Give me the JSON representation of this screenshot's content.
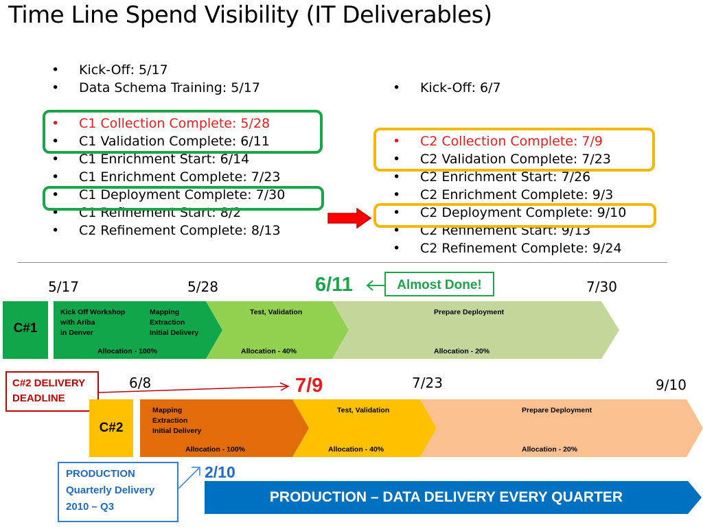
{
  "title": "Time Line Spend Visibility (IT Deliverables)",
  "c1_list": {
    "top": [
      "Kick-Off: 5/17",
      "Data Schema Training: 5/17"
    ],
    "items": [
      {
        "text": "C1 Collection Complete: 5/28",
        "red": true
      },
      {
        "text": "C1 Validation Complete: 6/11",
        "red": false
      },
      {
        "text": "C1 Enrichment Start: 6/14",
        "red": false
      },
      {
        "text": "C1 Enrichment Complete: 7/23",
        "red": false
      },
      {
        "text": "C1 Deployment Complete: 7/30",
        "red": false
      },
      {
        "text": "C1 Refinement Start: 8/2",
        "red": false
      },
      {
        "text": "C2 Refinement Complete: 8/13",
        "red": false
      }
    ]
  },
  "c2_list": {
    "top": [
      "Kick-Off: 6/7"
    ],
    "items": [
      {
        "text": "C2 Collection Complete: 7/9",
        "red": true
      },
      {
        "text": "C2 Validation Complete: 7/23",
        "red": false
      },
      {
        "text": "C2 Enrichment Start: 7/26",
        "red": false
      },
      {
        "text": "C2 Enrichment Complete: 9/3",
        "red": false
      },
      {
        "text": "C2 Deployment Complete: 9/10",
        "red": false
      },
      {
        "text": "C2 Refinement Start: 9/13",
        "red": false
      },
      {
        "text": "C2 Refinement Complete: 9/24",
        "red": false
      }
    ]
  },
  "c1_timeline": {
    "label": "C#1",
    "dates": [
      "5/17",
      "5/28",
      "6/11",
      "7/30"
    ],
    "callout": "Almost Done!",
    "seg1": {
      "col1": [
        "Kick Off Workshop",
        "with Ariba",
        "in Denver"
      ],
      "col2": [
        "Mapping",
        "Extraction",
        "Initial Delivery"
      ],
      "allocation": "Allocation - 100%"
    },
    "seg2": {
      "title": "Test,  Validation",
      "allocation": "Allocation - 40%"
    },
    "seg3": {
      "title": "Prepare Deployment",
      "allocation": "Allocation - 20%"
    }
  },
  "c2_timeline": {
    "label": "C#2",
    "deadline": [
      "C#2 DELIVERY",
      "DEADLINE"
    ],
    "dates": [
      "6/8",
      "7/9",
      "7/23",
      "9/10"
    ],
    "seg1": {
      "lines": [
        "Mapping",
        "Extraction",
        "Initial Delivery"
      ],
      "allocation": "Allocation - 100%"
    },
    "seg2": {
      "title": "Test,  Validation",
      "allocation": "Allocation - 40%"
    },
    "seg3": {
      "title": "Prepare Deployment",
      "allocation": "Allocation - 20%"
    }
  },
  "production": {
    "box": [
      "PRODUCTION",
      "Quarterly Delivery",
      "2010 – Q3"
    ],
    "date": "2/10",
    "banner": "PRODUCTION – DATA DELIVERY EVERY QUARTER"
  },
  "colors": {
    "green_dark": "#10a64a",
    "green_mid": "#92d050",
    "green_light": "#c4d79b",
    "orange_dark": "#e36c0a",
    "yellow": "#ffc000",
    "peach": "#fac090",
    "blue": "#0070c0",
    "red": "#e81c1c"
  }
}
